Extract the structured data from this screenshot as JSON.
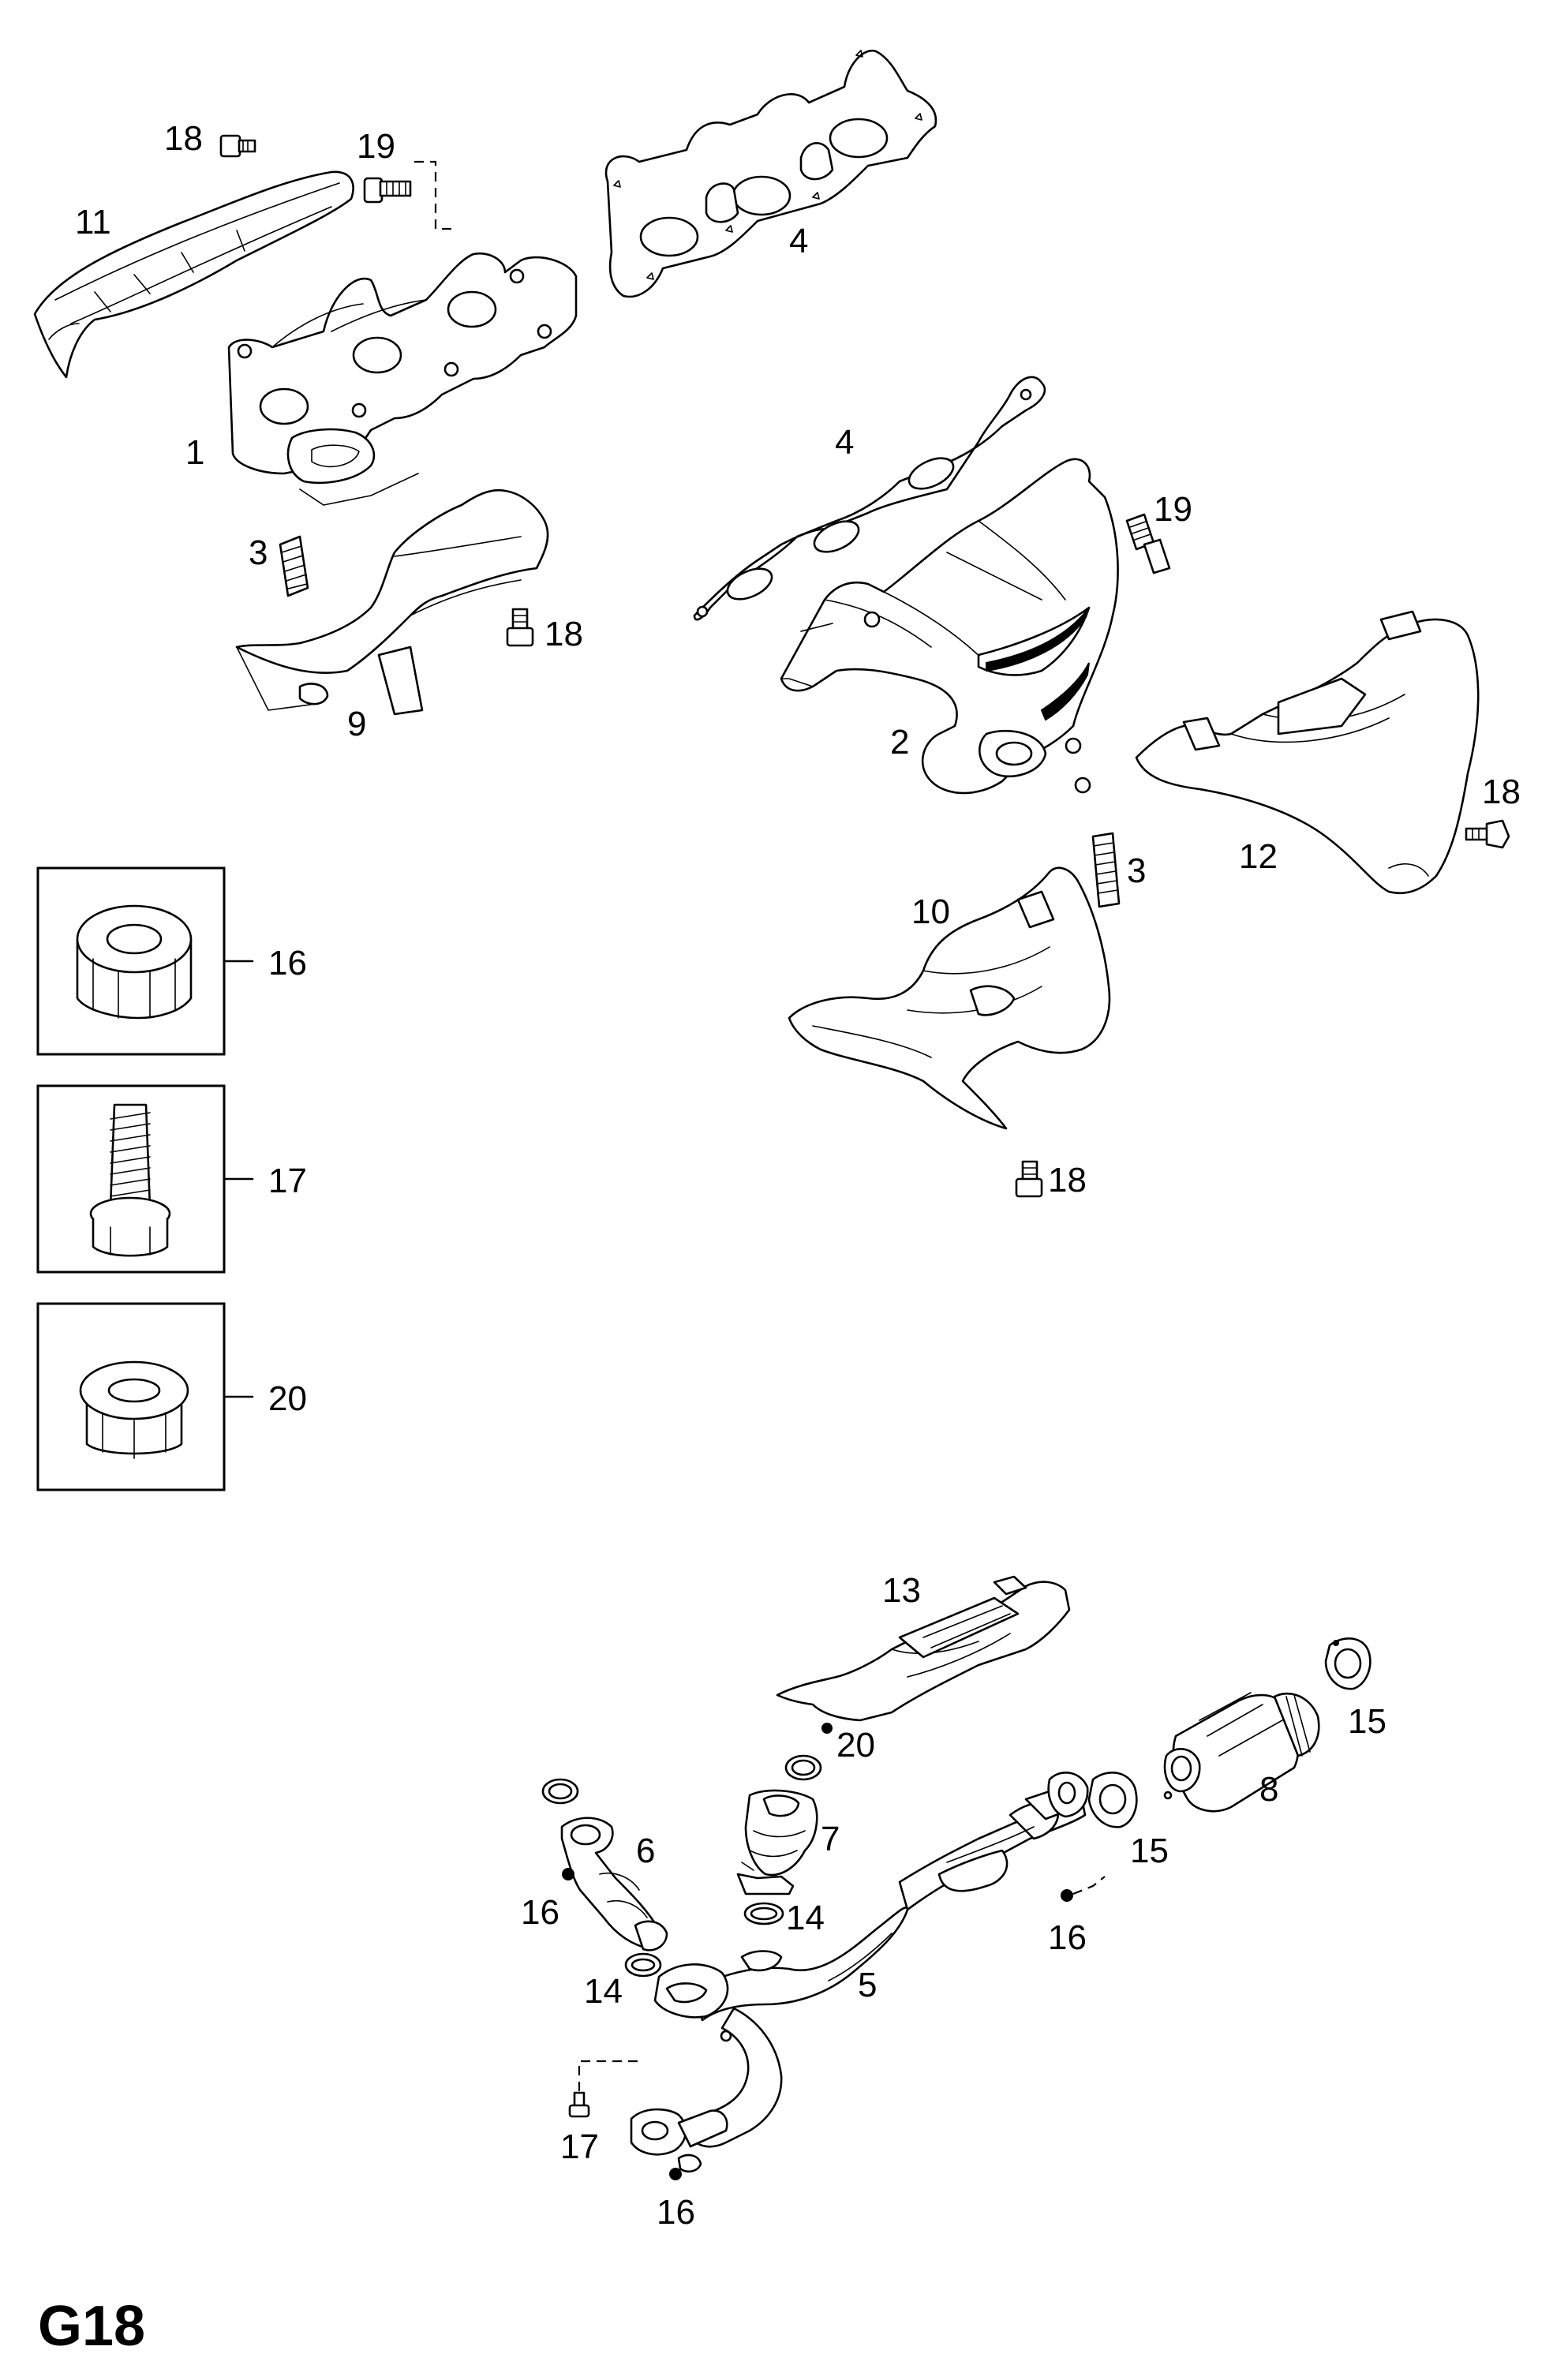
{
  "diagram": {
    "page_code": "G18",
    "callouts": {
      "c1": "1",
      "c2": "2",
      "c3a": "3",
      "c3b": "3",
      "c4a": "4",
      "c4b": "4",
      "c5": "5",
      "c6": "6",
      "c7": "7",
      "c8": "8",
      "c9": "9",
      "c10": "10",
      "c11": "11",
      "c12": "12",
      "c13": "13",
      "c14a": "14",
      "c14b": "14",
      "c15a": "15",
      "c15b": "15",
      "c16a": "16",
      "c16b": "16",
      "c16c": "16",
      "c16d": "16",
      "c17a": "17",
      "c17b": "17",
      "c18a": "18",
      "c18b": "18",
      "c18c": "18",
      "c18d": "18",
      "c19a": "19",
      "c19b": "19",
      "c20a": "20",
      "c20b": "20"
    }
  }
}
